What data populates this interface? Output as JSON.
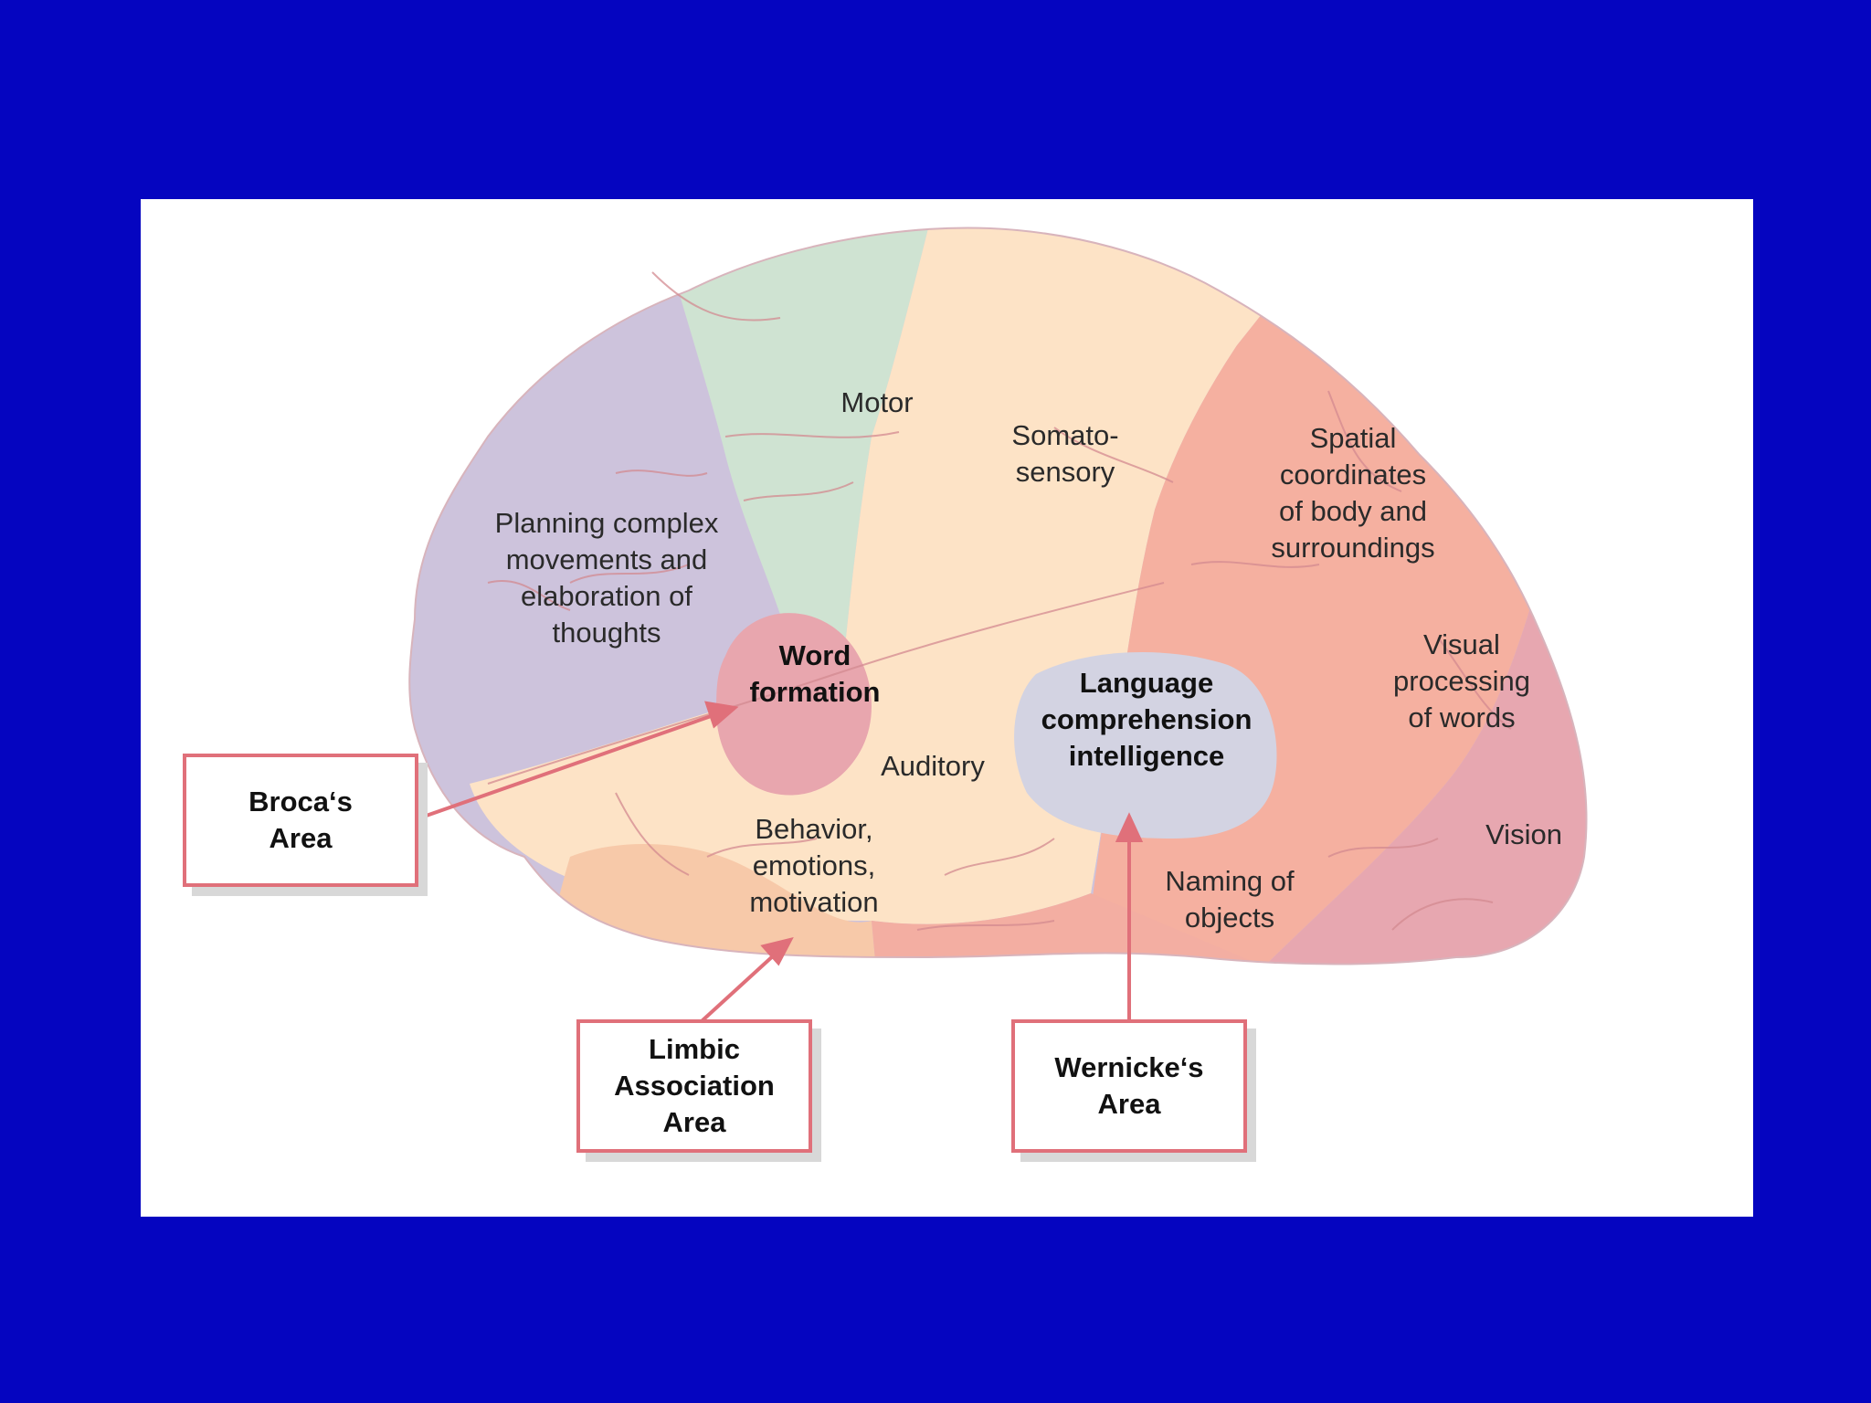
{
  "regions": {
    "motor": "Motor",
    "somatosensory": "Somato-\nsensory",
    "planning": "Planning complex\nmovements and\nelaboration of\nthoughts",
    "spatial": "Spatial\ncoordinates\nof body and\nsurroundings",
    "word_formation": "Word\nformation",
    "language": "Language\ncomprehension\nintelligence",
    "visual_words": "Visual\nprocessing\nof words",
    "auditory": "Auditory",
    "behavior": "Behavior,\nemotions,\nmotivation",
    "vision": "Vision",
    "naming": "Naming of\nobjects"
  },
  "callouts": {
    "broca": "Broca‘s\nArea",
    "limbic": "Limbic\nAssociation\nArea",
    "wernicke": "Wernicke‘s\nArea"
  },
  "colors": {
    "background": "#0505C0",
    "prefrontal": "#cdc3dc",
    "motor": "#cfe3d2",
    "somatosensory": "#fde3c6",
    "parietal": "#f5b0a0",
    "occipital": "#e7a7b0",
    "temporal": "#f7c9a9",
    "broca": "#e8a6ae",
    "wernicke": "#cfcfe0",
    "callout_border": "#e0707a"
  }
}
